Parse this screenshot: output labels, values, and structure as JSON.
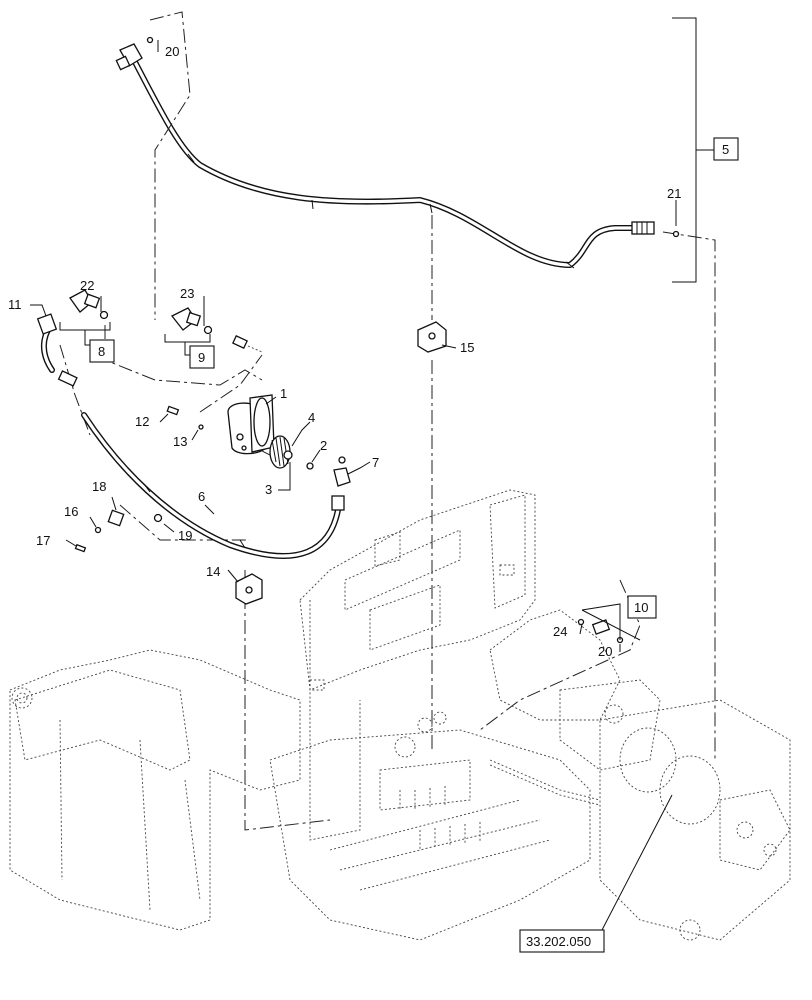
{
  "callouts": {
    "c1": "1",
    "c2": "2",
    "c3": "3",
    "c4": "4",
    "c6": "6",
    "c7": "7",
    "c11": "11",
    "c12": "12",
    "c13": "13",
    "c14": "14",
    "c15": "15",
    "c16": "16",
    "c17": "17",
    "c18": "18",
    "c19": "19",
    "c20a": "20",
    "c20b": "20",
    "c21": "21",
    "c22": "22",
    "c23": "23",
    "c24": "24"
  },
  "boxed": {
    "b5": "5",
    "b8": "8",
    "b9": "9",
    "b10": "10",
    "ref": "33.202.050"
  }
}
